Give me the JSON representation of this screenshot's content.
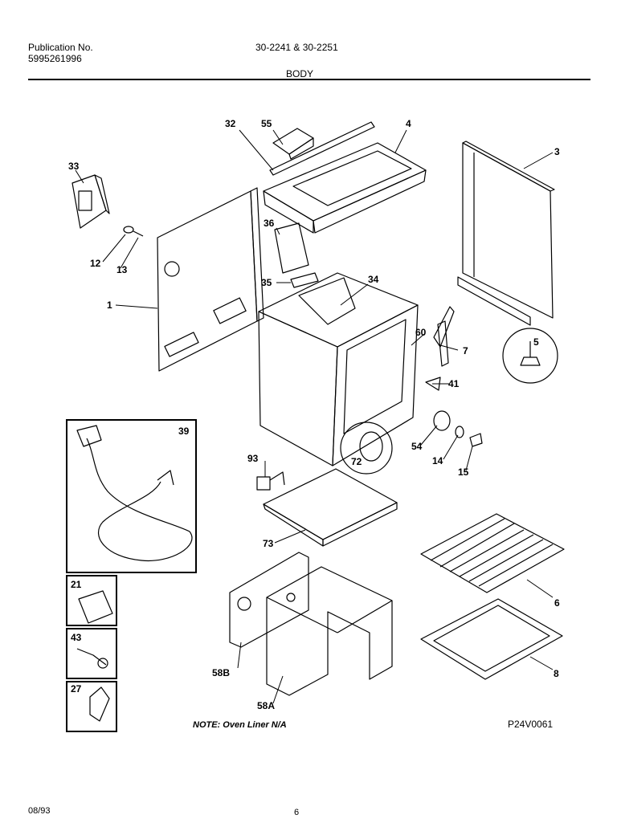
{
  "header": {
    "publication_label": "Publication No.",
    "publication_number": "5995261996",
    "models": "30-2241 & 30-2251",
    "section_title": "BODY"
  },
  "callouts": {
    "c32": "32",
    "c55": "55",
    "c4": "4",
    "c3": "3",
    "c33": "33",
    "c36": "36",
    "c12": "12",
    "c13": "13",
    "c1": "1",
    "c35": "35",
    "c34": "34",
    "c60": "60",
    "c7": "7",
    "c5": "5",
    "c41": "41",
    "c39": "39",
    "c54": "54",
    "c14": "14",
    "c15": "15",
    "c72": "72",
    "c93": "93",
    "c73": "73",
    "c21": "21",
    "c6": "6",
    "c43": "43",
    "c58B": "58B",
    "c8": "8",
    "c27": "27",
    "c58A": "58A"
  },
  "note": "NOTE: Oven Liner N/A",
  "diagram_code": "P24V0061",
  "footer": {
    "date": "08/93",
    "page": "6"
  }
}
